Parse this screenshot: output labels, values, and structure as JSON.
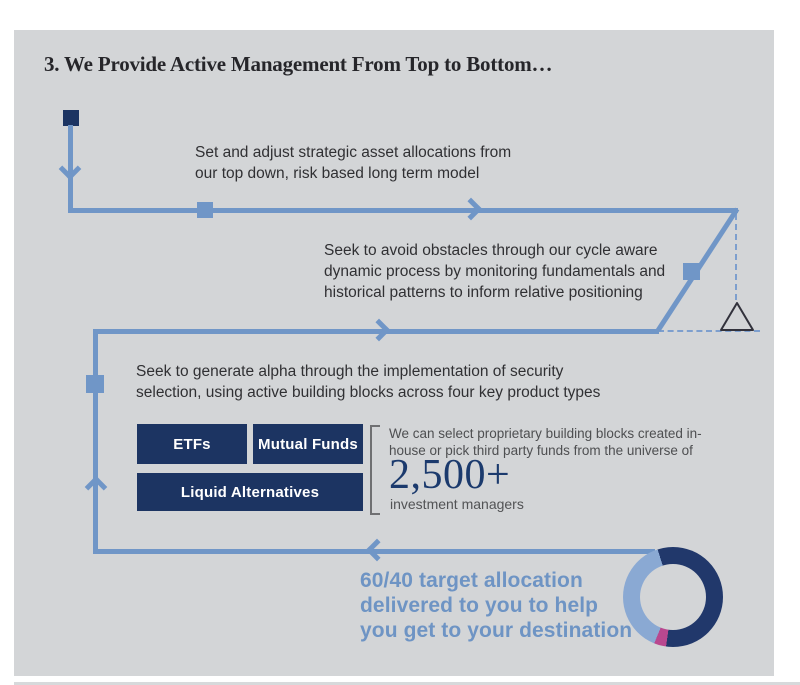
{
  "title": "3. We Provide Active Management From Top to Bottom…",
  "steps": {
    "step1": {
      "lines": [
        "Set and adjust strategic asset allocations from",
        "our top down, risk based long term model"
      ]
    },
    "step2": {
      "lines": [
        "Seek to avoid obstacles through our cycle aware",
        "dynamic process by monitoring fundamentals and",
        "historical patterns to inform relative positioning"
      ]
    },
    "step3": {
      "lines": [
        "Seek to generate alpha through the implementation of security",
        "selection, using active building blocks across four key product types"
      ]
    }
  },
  "products": {
    "etfs": "ETFs",
    "mutual_funds": "Mutual Funds",
    "liquid_alternatives": "Liquid Alternatives"
  },
  "annotation": {
    "lines": [
      "We can select proprietary building blocks created in-",
      "house or pick third party funds from the universe of"
    ],
    "stat": "2,500+",
    "stat_caption": "investment managers"
  },
  "destination": {
    "lines": [
      "60/40 target allocation",
      "delivered to you to help",
      "you get to your destination"
    ]
  },
  "donut": {
    "description": "60/40 allocation donut",
    "gradient_from_deg": 342,
    "segments": [
      {
        "name": "navy",
        "color": "#21386b",
        "deg": 206
      },
      {
        "name": "magenta",
        "color": "#b9488f",
        "deg": 14
      },
      {
        "name": "light-blue",
        "color": "#8aa9d3",
        "deg": 140
      }
    ]
  },
  "colors": {
    "card_bg": "#d3d5d7",
    "road": "#7096c7",
    "navy": "#1c3462",
    "stat_navy": "#1b3a6d",
    "destination_blue": "#6e94c4",
    "magenta": "#b9488f"
  }
}
